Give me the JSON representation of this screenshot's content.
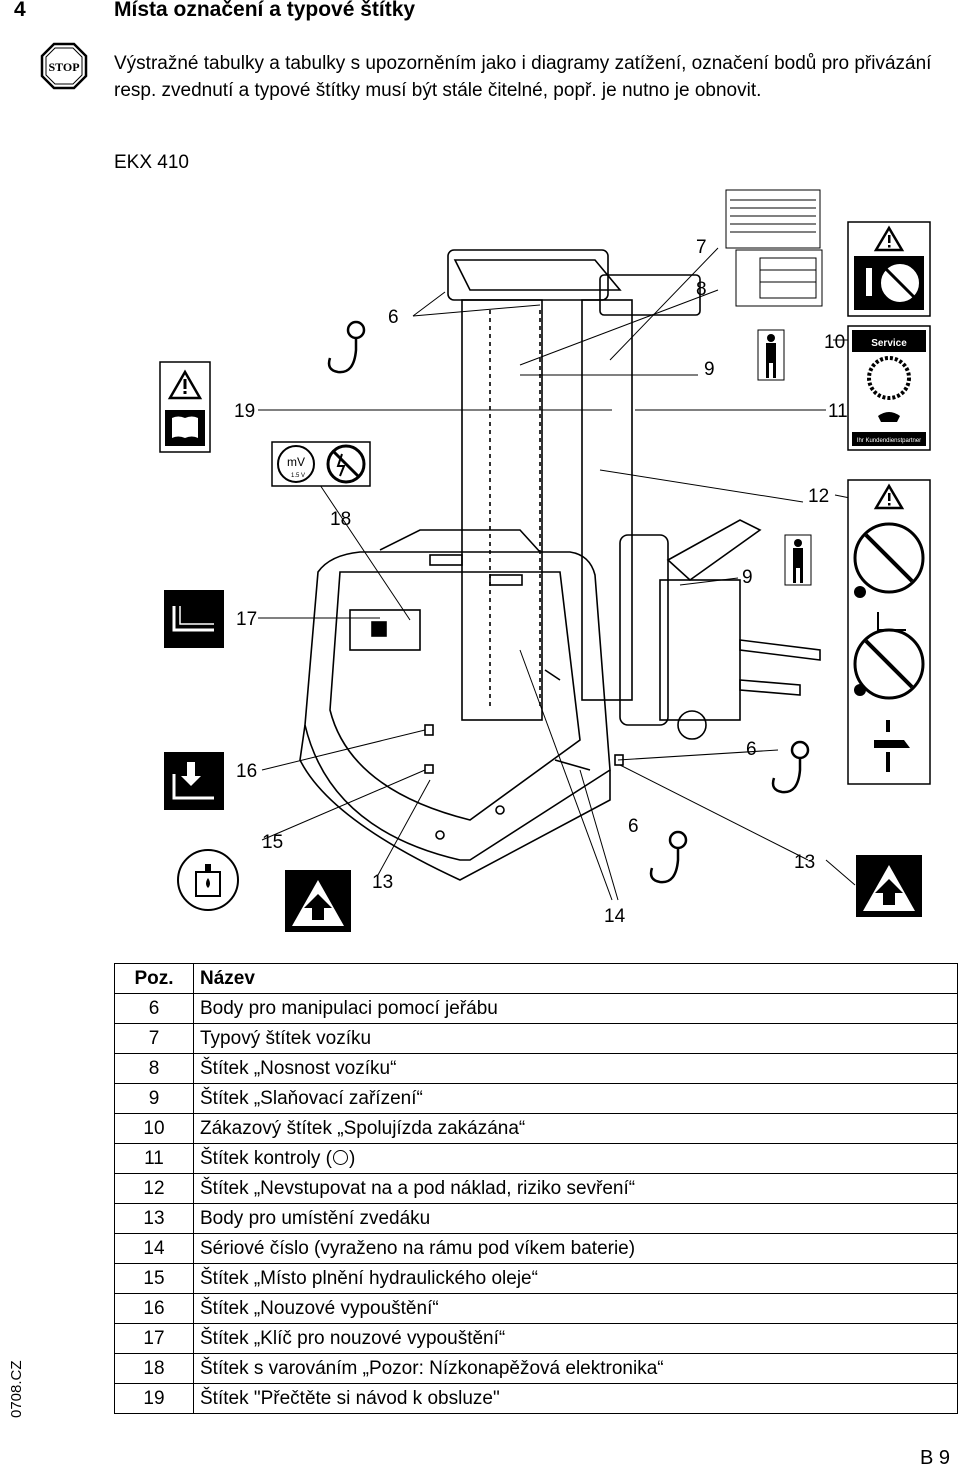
{
  "heading": {
    "number": "4",
    "title": "Místa označení a typové štítky"
  },
  "warning": {
    "icon": "stop-icon",
    "icon_text": "STOP",
    "text": "Výstražné tabulky a tabulky s upozorněním jako i diagramy zatížení, označení bodů pro přivázání resp. zvednutí a typové štítky musí být stále čitelné, popř. je nutno je obnovit."
  },
  "model": "EKX 410",
  "figure": {
    "callouts": {
      "c6a": "6",
      "c7": "7",
      "c8": "8",
      "c9a": "9",
      "c10": "10",
      "c19": "19",
      "c11": "11",
      "c18": "18",
      "c12": "12",
      "c9b": "9",
      "c17": "17",
      "c16": "16",
      "c6b": "6",
      "c6c": "6",
      "c15": "15",
      "c13a": "13",
      "c13b": "13",
      "c14": "14"
    },
    "sign_texts": {
      "service": "Service",
      "kundendienst": "Ihr Kundendienstpartner",
      "mv": "mV",
      "volt": "1.5 V"
    }
  },
  "legend": {
    "header": {
      "pos": "Poz.",
      "name": "Název"
    },
    "rows": [
      {
        "pos": "6",
        "name": "Body pro manipulaci pomocí jeřábu"
      },
      {
        "pos": "7",
        "name": "Typový štítek vozíku"
      },
      {
        "pos": "8",
        "name": "Štítek „Nosnost vozíku“"
      },
      {
        "pos": "9",
        "name": "Štítek „Slaňovací zařízení“"
      },
      {
        "pos": "10",
        "name": "Zákazový štítek „Spolujízda zakázána“"
      },
      {
        "pos": "11",
        "name_before": "Štítek kontroly (",
        "name_after": ")"
      },
      {
        "pos": "12",
        "name": "Štítek „Nevstupovat na a pod náklad, riziko sevření“"
      },
      {
        "pos": "13",
        "name": "Body pro umístění zvedáku"
      },
      {
        "pos": "14",
        "name": "Sériové číslo (vyraženo na rámu pod víkem baterie)"
      },
      {
        "pos": "15",
        "name": "Štítek „Místo plnění hydraulického oleje“"
      },
      {
        "pos": "16",
        "name": "Štítek „Nouzové vypouštění“"
      },
      {
        "pos": "17",
        "name": "Štítek „Klíč pro nouzové vypouštění“"
      },
      {
        "pos": "18",
        "name": "Štítek s varováním „Pozor: Nízkonapěžová elektronika“"
      },
      {
        "pos": "19",
        "name": "Štítek \"Přečtěte si návod k obsluze\""
      }
    ]
  },
  "footer": {
    "code": "0708.CZ",
    "page": "B 9"
  }
}
